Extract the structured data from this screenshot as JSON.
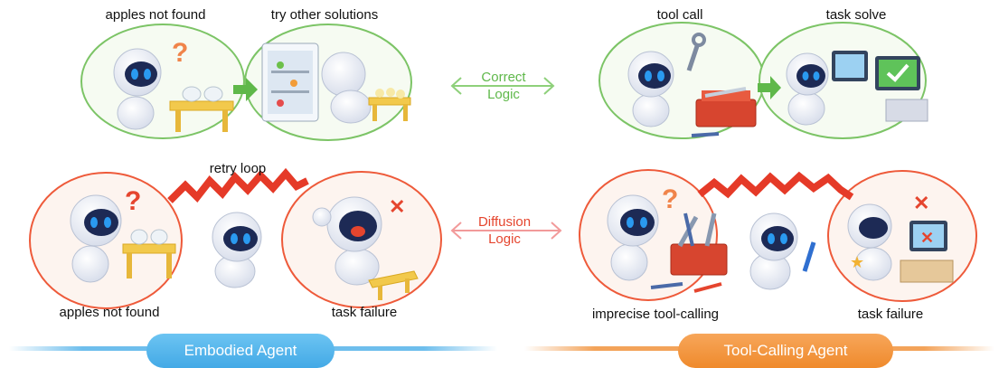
{
  "labels": {
    "apples_not_found_top": "apples not found",
    "try_other_solutions": "try other solutions",
    "tool_call": "tool call",
    "task_solve": "task solve",
    "retry_loop": "retry loop",
    "apples_not_found_bottom": "apples not found",
    "task_failure_left": "task failure",
    "imprecise_tool_calling": "imprecise tool-calling",
    "task_failure_right": "task failure"
  },
  "center": {
    "correct_line1": "Correct",
    "correct_line2": "Logic",
    "diffusion_line1": "Diffusion",
    "diffusion_line2": "Logic"
  },
  "pills": {
    "embodied": "Embodied Agent",
    "tool_calling": "Tool-Calling Agent"
  },
  "colors": {
    "green": "#7cc466",
    "red": "#ee5a3a",
    "blue": "#4aaee8",
    "orange": "#f08c30",
    "robot_eye": "#2a7fe0"
  }
}
